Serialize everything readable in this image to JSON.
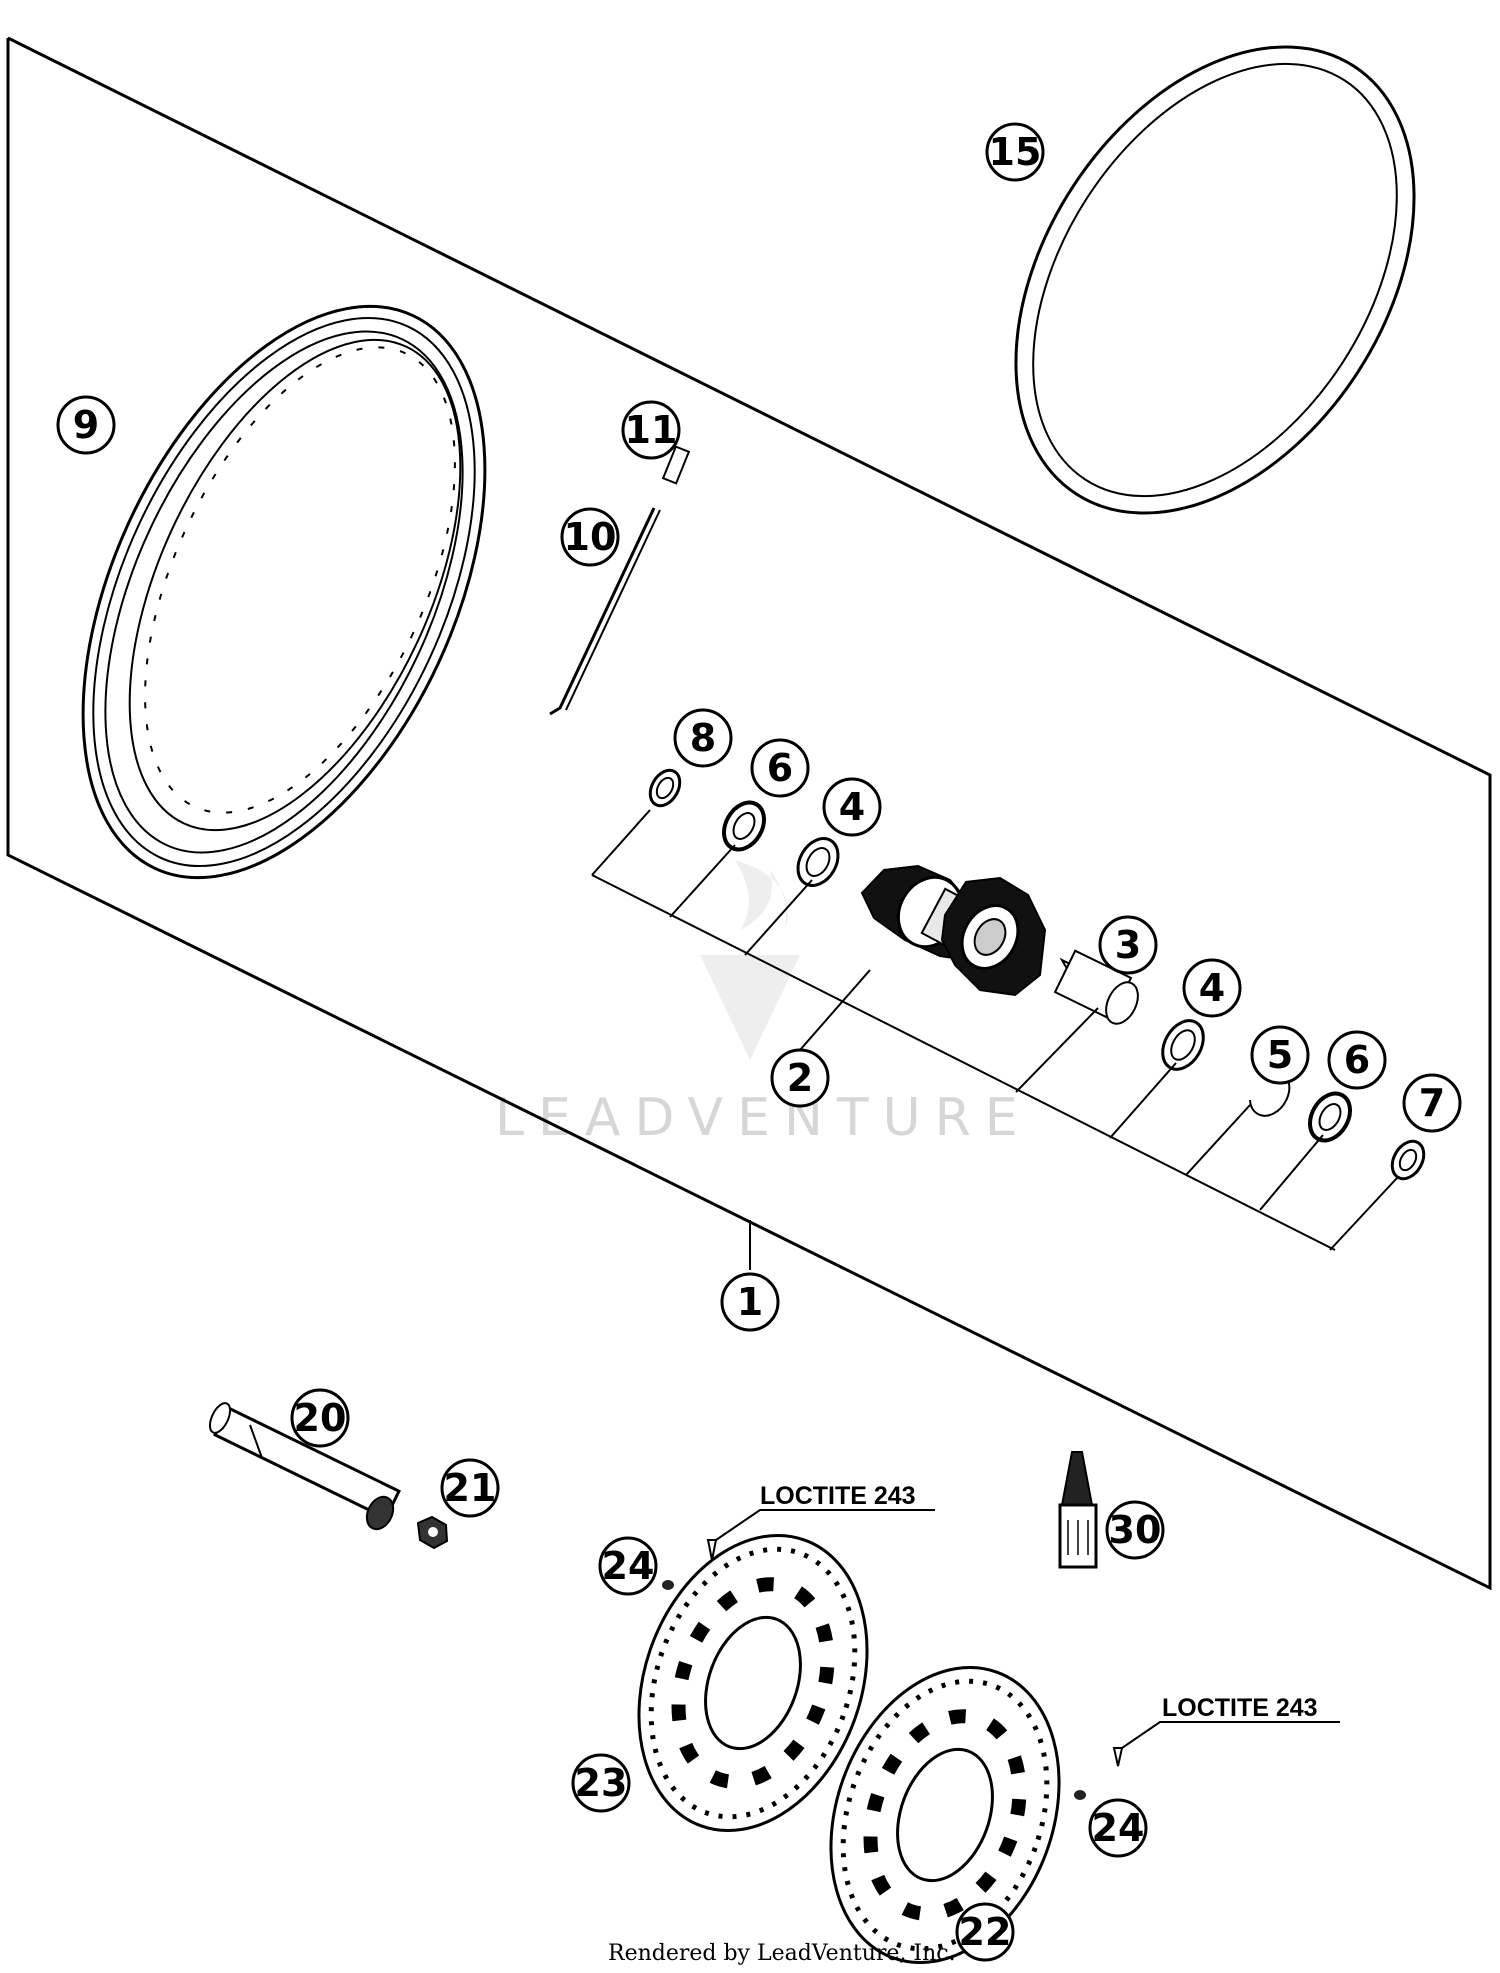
{
  "callouts": [
    "1",
    "2",
    "3",
    "4",
    "4",
    "5",
    "6",
    "6",
    "7",
    "8",
    "9",
    "10",
    "11",
    "15",
    "20",
    "21",
    "22",
    "23",
    "24",
    "24",
    "30"
  ],
  "notes": {
    "loctite_top": "LOCTITE 243",
    "loctite_right": "LOCTITE 243"
  },
  "watermark": "LEADVENTURE",
  "footer": {
    "rendered_by": "Rendered by LeadVenture, Inc."
  },
  "colors": {
    "line": "#000000",
    "watermark": "#d6d6d6",
    "background": "#ffffff"
  }
}
